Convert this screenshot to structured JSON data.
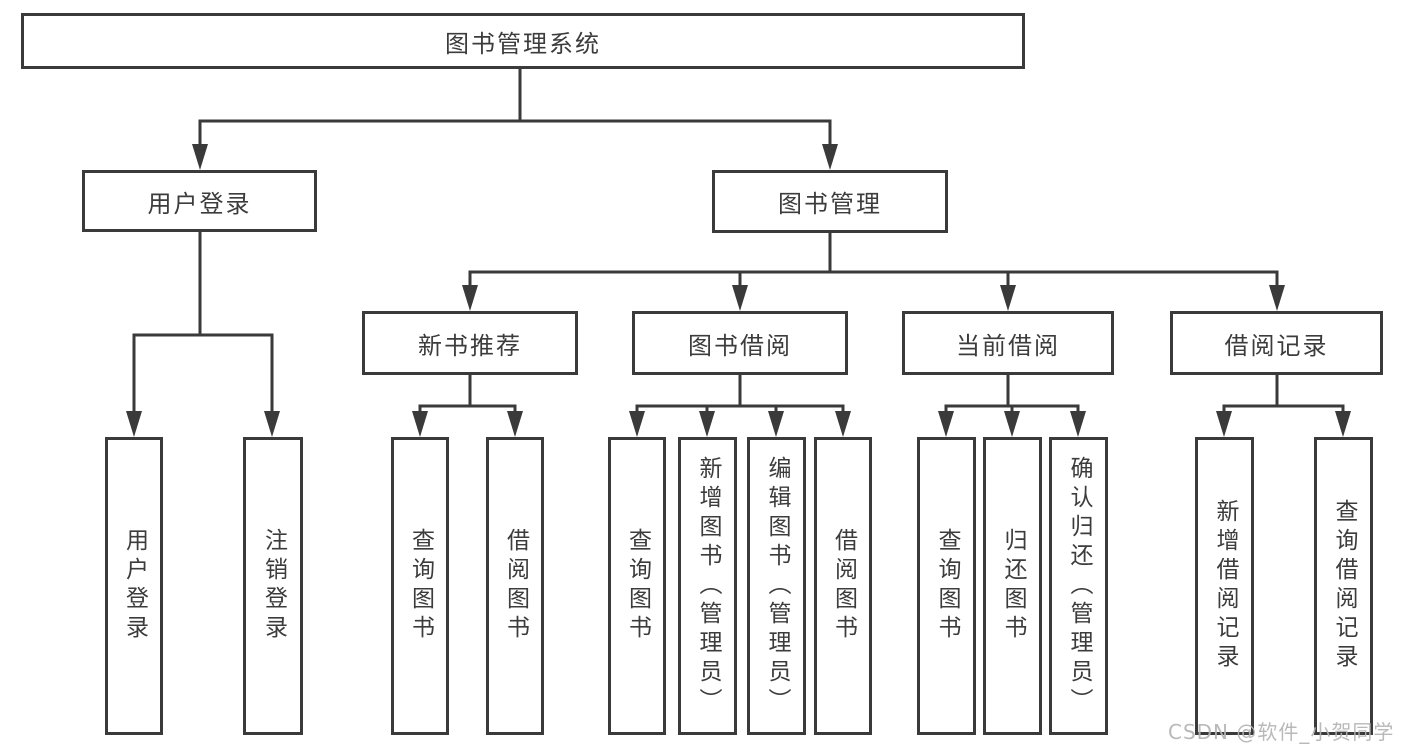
{
  "diagram_title": "图书管理系统",
  "colors": {
    "line": "#3a3a3a",
    "box_border": "#3a3a3a",
    "box_fill": "#ffffff",
    "text": "#3c3c3c",
    "watermark": "#b4b4b4",
    "background": "#ffffff"
  },
  "nodes": {
    "root": {
      "label": "图书管理系统"
    },
    "user_login": {
      "label": "用户登录"
    },
    "book_mgmt": {
      "label": "图书管理"
    },
    "new_book_rec": {
      "label": "新书推荐"
    },
    "book_borrow": {
      "label": "图书借阅"
    },
    "current_borrow": {
      "label": "当前借阅"
    },
    "borrow_records": {
      "label": "借阅记录"
    },
    "leaf_user_login": {
      "label": "用户登录"
    },
    "leaf_logout": {
      "label": "注销登录"
    },
    "leaf_query_book_1": {
      "label": "查询图书"
    },
    "leaf_borrow_book_1": {
      "label": "借阅图书"
    },
    "leaf_query_book_2": {
      "label": "查询图书"
    },
    "leaf_add_book": {
      "label": "新增图书（管理员）"
    },
    "leaf_edit_book": {
      "label": "编辑图书（管理员）"
    },
    "leaf_borrow_book_2": {
      "label": "借阅图书"
    },
    "leaf_query_book_3": {
      "label": "查询图书"
    },
    "leaf_return_book": {
      "label": "归还图书"
    },
    "leaf_confirm_return": {
      "label": "确认归还（管理员）"
    },
    "leaf_add_record": {
      "label": "新增借阅记录"
    },
    "leaf_query_record": {
      "label": "查询借阅记录"
    }
  },
  "hierarchy": {
    "图书管理系统": {
      "用户登录": [
        "用户登录",
        "注销登录"
      ],
      "图书管理": {
        "新书推荐": [
          "查询图书",
          "借阅图书"
        ],
        "图书借阅": [
          "查询图书",
          "新增图书（管理员）",
          "编辑图书（管理员）",
          "借阅图书"
        ],
        "当前借阅": [
          "查询图书",
          "归还图书",
          "确认归还（管理员）"
        ],
        "借阅记录": [
          "新增借阅记录",
          "查询借阅记录"
        ]
      }
    }
  },
  "watermark": {
    "text": "CSDN @软件_小贺同学"
  }
}
